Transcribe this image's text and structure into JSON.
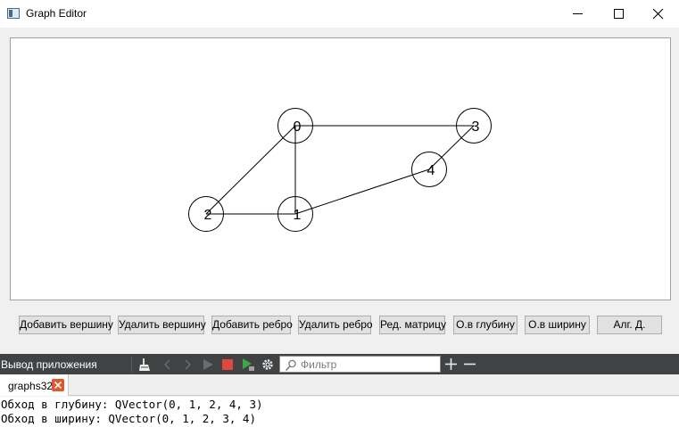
{
  "window": {
    "title": "Graph Editor"
  },
  "graph": {
    "vertices": [
      {
        "label": "0"
      },
      {
        "label": "1"
      },
      {
        "label": "2"
      },
      {
        "label": "3"
      },
      {
        "label": "4"
      }
    ],
    "edges": [
      [
        0,
        3
      ],
      [
        0,
        2
      ],
      [
        0,
        1
      ],
      [
        1,
        2
      ],
      [
        1,
        4
      ],
      [
        4,
        3
      ]
    ]
  },
  "buttons": {
    "add_vertex": "Добавить вершину",
    "delete_vertex": "Удалить вершину",
    "add_edge": "Добавить ребро",
    "delete_edge": "Удалить ребро",
    "edit_matrix": "Ред. матрицу",
    "dfs": "О.в глубину",
    "bfs": "О.в ширину",
    "dijkstra": "Алг. Д."
  },
  "output_panel": {
    "title": "Вывод приложения",
    "filter_placeholder": "Фильтр",
    "tab_label": "graphs32",
    "lines": [
      "Обход в глубину: QVector(0, 1, 2, 4, 3)",
      "Обход в ширину: QVector(0, 1, 2, 3, 4)"
    ]
  },
  "colors": {
    "panel_bar": "#404244",
    "stop_red": "#e0483e",
    "run_green": "#39a846",
    "tab_close": "#e5572b"
  }
}
